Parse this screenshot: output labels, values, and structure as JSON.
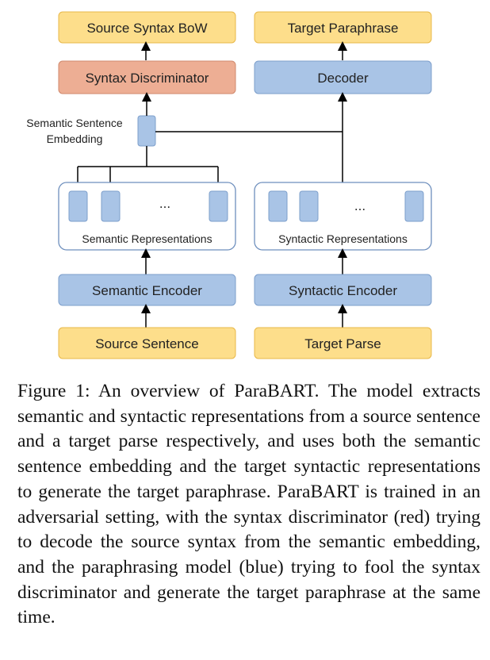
{
  "diagram": {
    "boxes": {
      "source_syntax_bow": "Source Syntax BoW",
      "target_paraphrase": "Target Paraphrase",
      "syntax_discriminator": "Syntax Discriminator",
      "decoder": "Decoder",
      "semantic_encoder": "Semantic Encoder",
      "syntactic_encoder": "Syntactic Encoder",
      "source_sentence": "Source Sentence",
      "target_parse": "Target Parse"
    },
    "labels": {
      "embedding_line1": "Semantic Sentence",
      "embedding_line2": "Embedding",
      "semantic_representations": "Semantic Representations",
      "syntactic_representations": "Syntactic Representations",
      "ellipsis": "..."
    },
    "colors": {
      "input_output_fill": "#FDDE8B",
      "input_output_stroke": "#E8B84A",
      "model_fill": "#A9C4E6",
      "model_stroke": "#7D9FCB",
      "discriminator_fill": "#EDAE94",
      "discriminator_stroke": "#D08A6E",
      "representation_stroke": "#6E8FBD",
      "line": "#000000"
    }
  },
  "caption": {
    "text": "Figure 1:  An overview of ParaBART. The model extracts semantic and syntactic representations from a source sentence and a target parse respectively, and uses both the semantic sentence embedding and the target syntactic representations to generate the target paraphrase. ParaBART is trained in an adversarial setting, with the syntax discriminator (red) trying to decode the source syntax from the semantic embedding, and the paraphrasing model (blue) trying to fool the syntax discriminator and generate the target paraphrase at the same time."
  }
}
